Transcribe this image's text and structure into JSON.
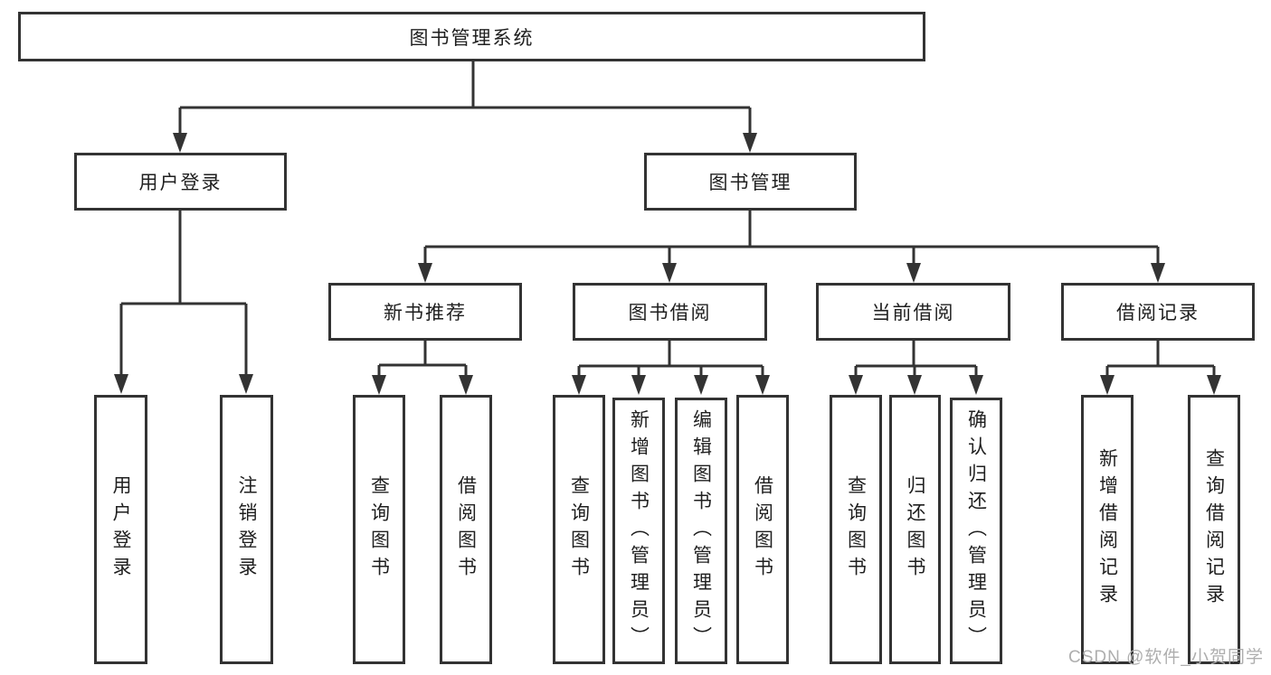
{
  "diagram_title": "图书管理系统",
  "colors": {
    "line": "#333333",
    "box_border": "#333333",
    "text": "#1f1f1f",
    "watermark": "#aeaeae",
    "background": "#ffffff"
  },
  "tree": {
    "label": "图书管理系统",
    "children": [
      {
        "label": "用户登录",
        "children": [
          {
            "label": "用户登录"
          },
          {
            "label": "注销登录"
          }
        ]
      },
      {
        "label": "图书管理",
        "children": [
          {
            "label": "新书推荐",
            "children": [
              {
                "label": "查询图书"
              },
              {
                "label": "借阅图书"
              }
            ]
          },
          {
            "label": "图书借阅",
            "children": [
              {
                "label": "查询图书"
              },
              {
                "label": "新增图书（管理员）"
              },
              {
                "label": "编辑图书（管理员）"
              },
              {
                "label": "借阅图书"
              }
            ]
          },
          {
            "label": "当前借阅",
            "children": [
              {
                "label": "查询图书"
              },
              {
                "label": "归还图书"
              },
              {
                "label": "确认归还（管理员）"
              }
            ]
          },
          {
            "label": "借阅记录",
            "children": [
              {
                "label": "新增借阅记录"
              },
              {
                "label": "查询借阅记录"
              }
            ]
          }
        ]
      }
    ]
  },
  "watermark": {
    "text": "CSDN @软件_小贺同学"
  }
}
